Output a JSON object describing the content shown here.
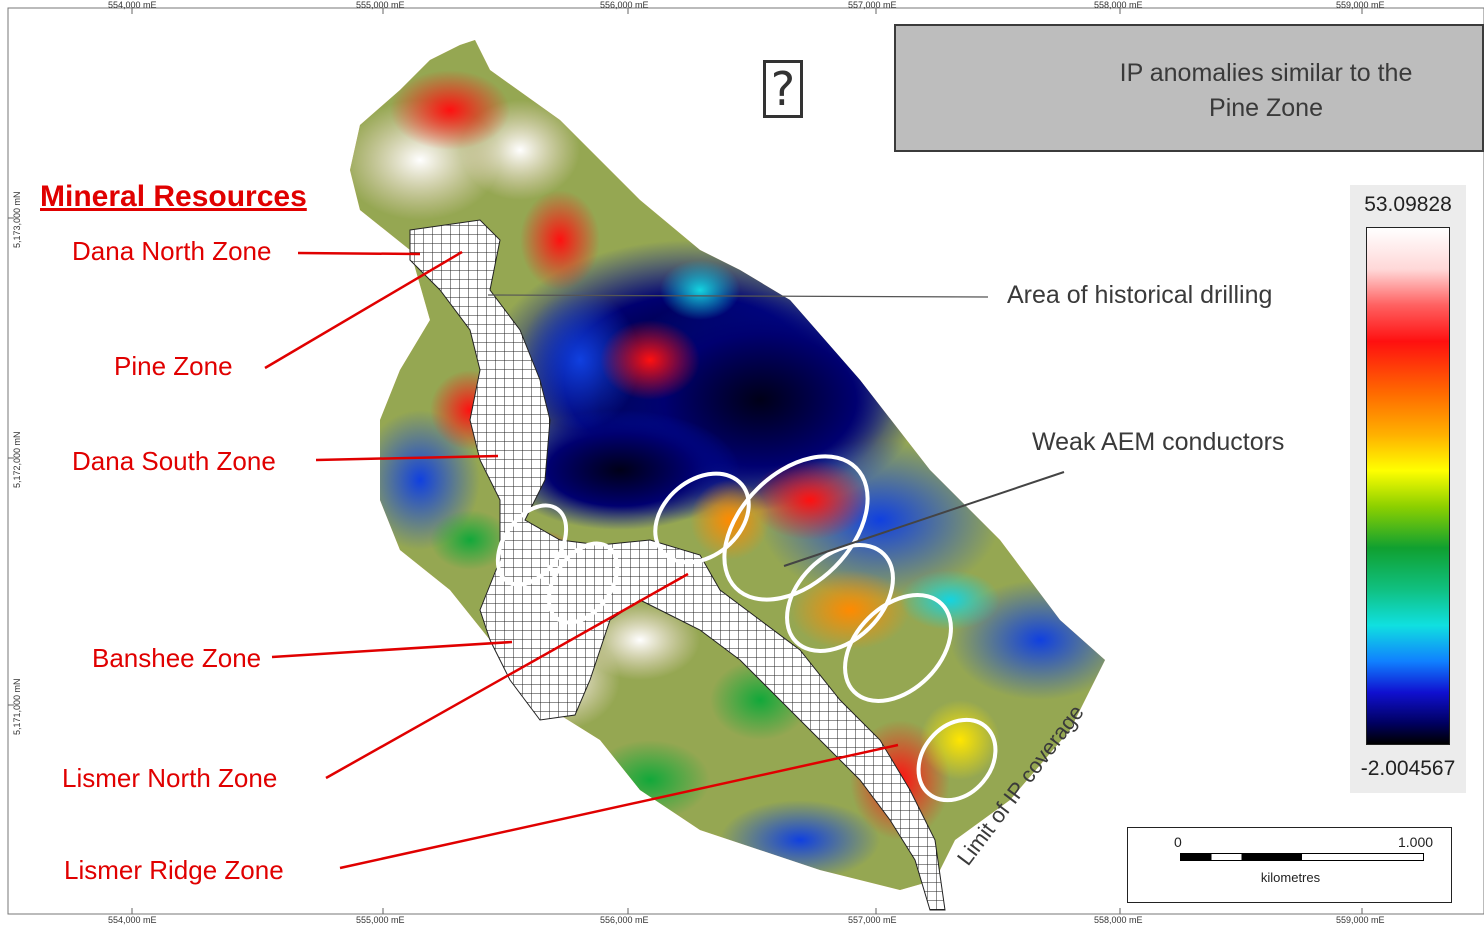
{
  "heading": "Mineral Resources",
  "zones": [
    {
      "label": "Dana North Zone"
    },
    {
      "label": "Pine Zone"
    },
    {
      "label": "Dana South Zone"
    },
    {
      "label": "Banshee Zone"
    },
    {
      "label": "Lismer North Zone"
    },
    {
      "label": "Lismer Ridge Zone"
    }
  ],
  "legend": {
    "text": "IP anomalies similar to the Pine Zone",
    "symbol": "white-ellipse-icon"
  },
  "annotations": {
    "historical_drilling": "Area of historical drilling",
    "weak_aem": "Weak AEM conductors",
    "ip_limit": "Limit of IP coverage",
    "unknown": "?"
  },
  "colorbar": {
    "max": "53.09828",
    "min": "-2.004567"
  },
  "scale_bar": {
    "zero": "0",
    "max": "1.000",
    "unit": "kilometres"
  },
  "grid": {
    "easting": [
      "554,000 mE",
      "555,000 mE",
      "556,000 mE",
      "557,000 mE",
      "558,000 mE",
      "559,000 mE"
    ],
    "northing": [
      "5,173,000 mN",
      "5,172,000 mN",
      "5,171,000 mN"
    ]
  },
  "colors": {
    "zone_label": "#e00000",
    "legend_bg": "#bdbdbd",
    "anomaly_outline": "#ffffff"
  }
}
